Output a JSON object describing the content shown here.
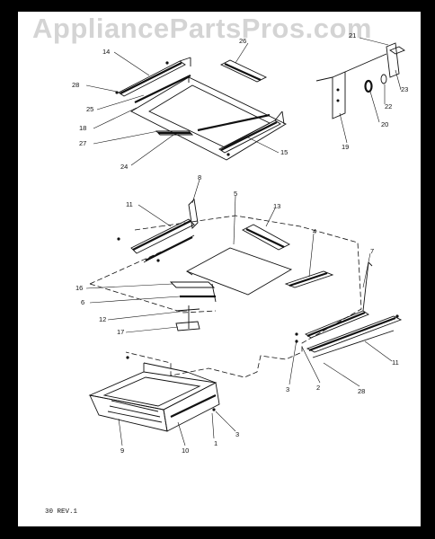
{
  "watermark": "AppliancePartsPros.com",
  "revision": "30 REV.1",
  "callouts": [
    "14",
    "26",
    "21",
    "23",
    "28",
    "22",
    "25",
    "18",
    "20",
    "27",
    "15",
    "19",
    "24",
    "11",
    "8",
    "5",
    "13",
    "4",
    "7",
    "16",
    "6",
    "12",
    "17",
    "3",
    "2",
    "11",
    "28",
    "9",
    "10",
    "1",
    "3"
  ]
}
